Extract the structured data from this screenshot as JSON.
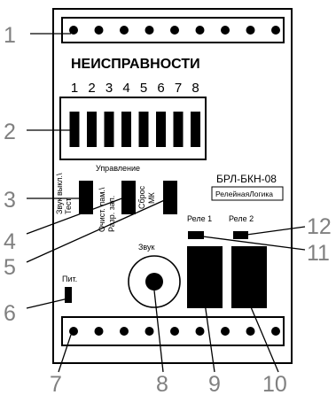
{
  "panel": {
    "title": "НЕИСПРАВНОСТИ",
    "fault_channels": [
      "1",
      "2",
      "3",
      "4",
      "5",
      "6",
      "7",
      "8"
    ],
    "control_heading": "Управление",
    "button_labels": {
      "sound_test": [
        "Звук выкл.\\",
        "Тест"
      ],
      "memory_reset": [
        "Очист. пам.\\",
        "Разр. зап."
      ],
      "reset_mk": [
        "Сброс",
        "МК"
      ]
    },
    "model": "БРЛ-БКН-08",
    "brand": "РелейнаяЛогика",
    "relay_labels": [
      "Реле 1",
      "Реле 2"
    ],
    "sound_label": "Звук",
    "power_label": "Пит."
  },
  "callouts": [
    "1",
    "2",
    "3",
    "4",
    "5",
    "6",
    "7",
    "8",
    "9",
    "10",
    "11",
    "12"
  ],
  "colors": {
    "stroke": "#000000",
    "callout": "#808080",
    "background": "#ffffff"
  }
}
